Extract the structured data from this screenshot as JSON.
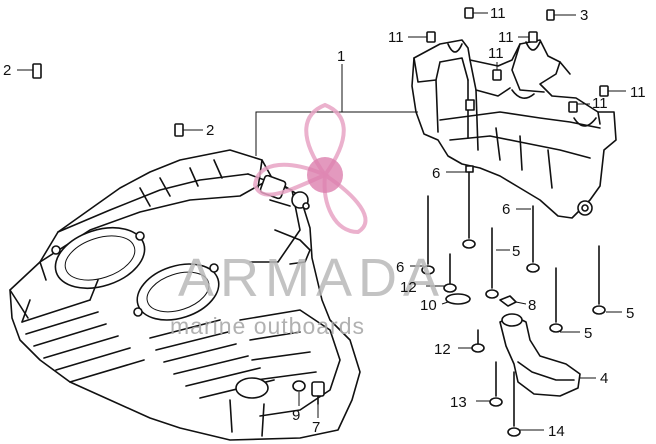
{
  "watermark": {
    "brand": "ARMADA",
    "tagline": "marine outboards",
    "pink": "#e8a3c4",
    "pink_dark": "#dc7fae"
  },
  "callouts": [
    {
      "id": "c1",
      "label": "1"
    },
    {
      "id": "c2a",
      "label": "2"
    },
    {
      "id": "c2b",
      "label": "2"
    },
    {
      "id": "c3",
      "label": "3"
    },
    {
      "id": "c4",
      "label": "4"
    },
    {
      "id": "c5a",
      "label": "5"
    },
    {
      "id": "c5b",
      "label": "5"
    },
    {
      "id": "c5c",
      "label": "5"
    },
    {
      "id": "c6a",
      "label": "6"
    },
    {
      "id": "c6b",
      "label": "6"
    },
    {
      "id": "c6c",
      "label": "6"
    },
    {
      "id": "c7",
      "label": "7"
    },
    {
      "id": "c8",
      "label": "8"
    },
    {
      "id": "c9",
      "label": "9"
    },
    {
      "id": "c10",
      "label": "10"
    },
    {
      "id": "c11a",
      "label": "11"
    },
    {
      "id": "c11b",
      "label": "11"
    },
    {
      "id": "c11c",
      "label": "11"
    },
    {
      "id": "c11d",
      "label": "11"
    },
    {
      "id": "c11e",
      "label": "11"
    },
    {
      "id": "c11f",
      "label": "11"
    },
    {
      "id": "c12a",
      "label": "12"
    },
    {
      "id": "c12b",
      "label": "12"
    },
    {
      "id": "c13",
      "label": "13"
    },
    {
      "id": "c14",
      "label": "14"
    }
  ]
}
